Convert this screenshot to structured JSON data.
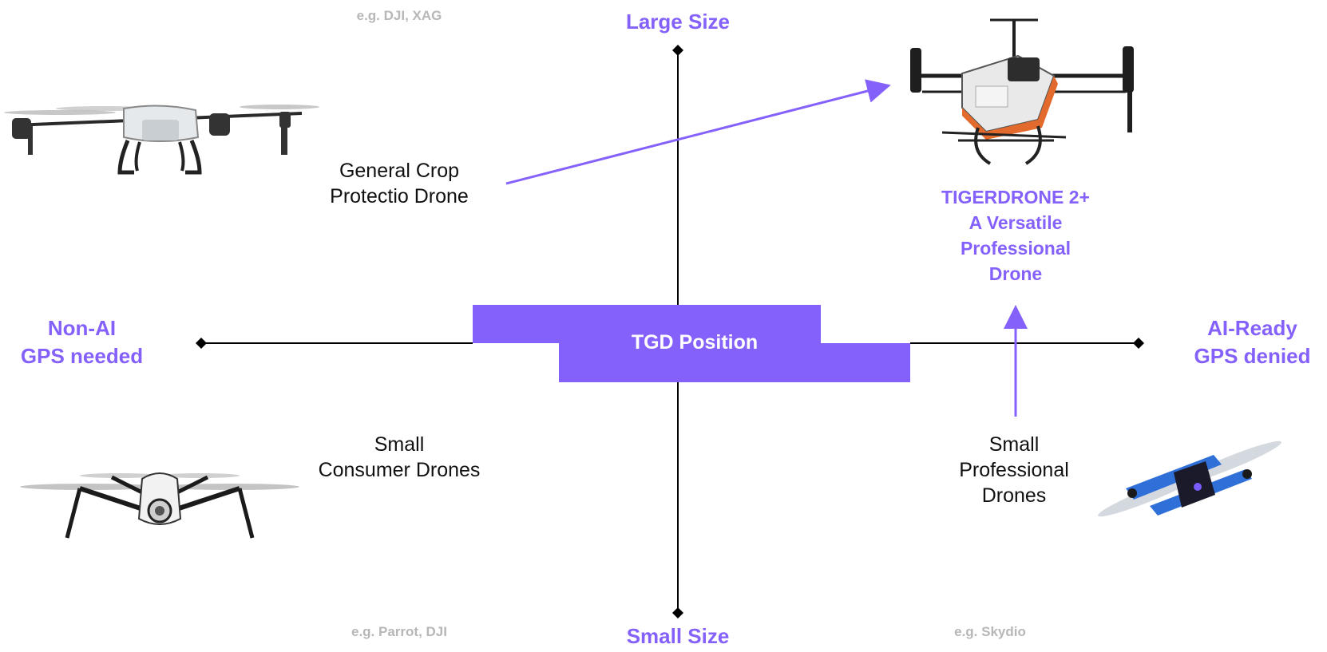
{
  "axes": {
    "top": "Large Size",
    "bottom": "Small Size",
    "left": [
      "Non-AI",
      "GPS needed"
    ],
    "right": [
      "AI-Ready",
      "GPS denied"
    ]
  },
  "examples": {
    "top_left": "e.g. DJI, XAG",
    "bottom_left": "e.g. Parrot, DJI",
    "bottom_right": "e.g. Skydio"
  },
  "quadrants": {
    "top_left": [
      "General Crop",
      "Protectio Drone"
    ],
    "bottom_left": [
      "Small",
      "Consumer Drones"
    ],
    "bottom_right": [
      "Small",
      "Professional",
      "Drones"
    ]
  },
  "highlight": {
    "title": [
      "TIGERDRONE 2+",
      "A Versatile",
      "Professional",
      "Drone"
    ],
    "center_label": "TGD Position"
  },
  "colors": {
    "accent": "#8561FB",
    "axis": "#000000",
    "example_text": "#B7B7B7"
  },
  "icons": {
    "top_left_image": "crop-spraying-drone-icon",
    "top_right_image": "tigerdrone-icon",
    "bottom_left_image": "consumer-drone-icon",
    "bottom_right_image": "skydio-drone-icon"
  }
}
